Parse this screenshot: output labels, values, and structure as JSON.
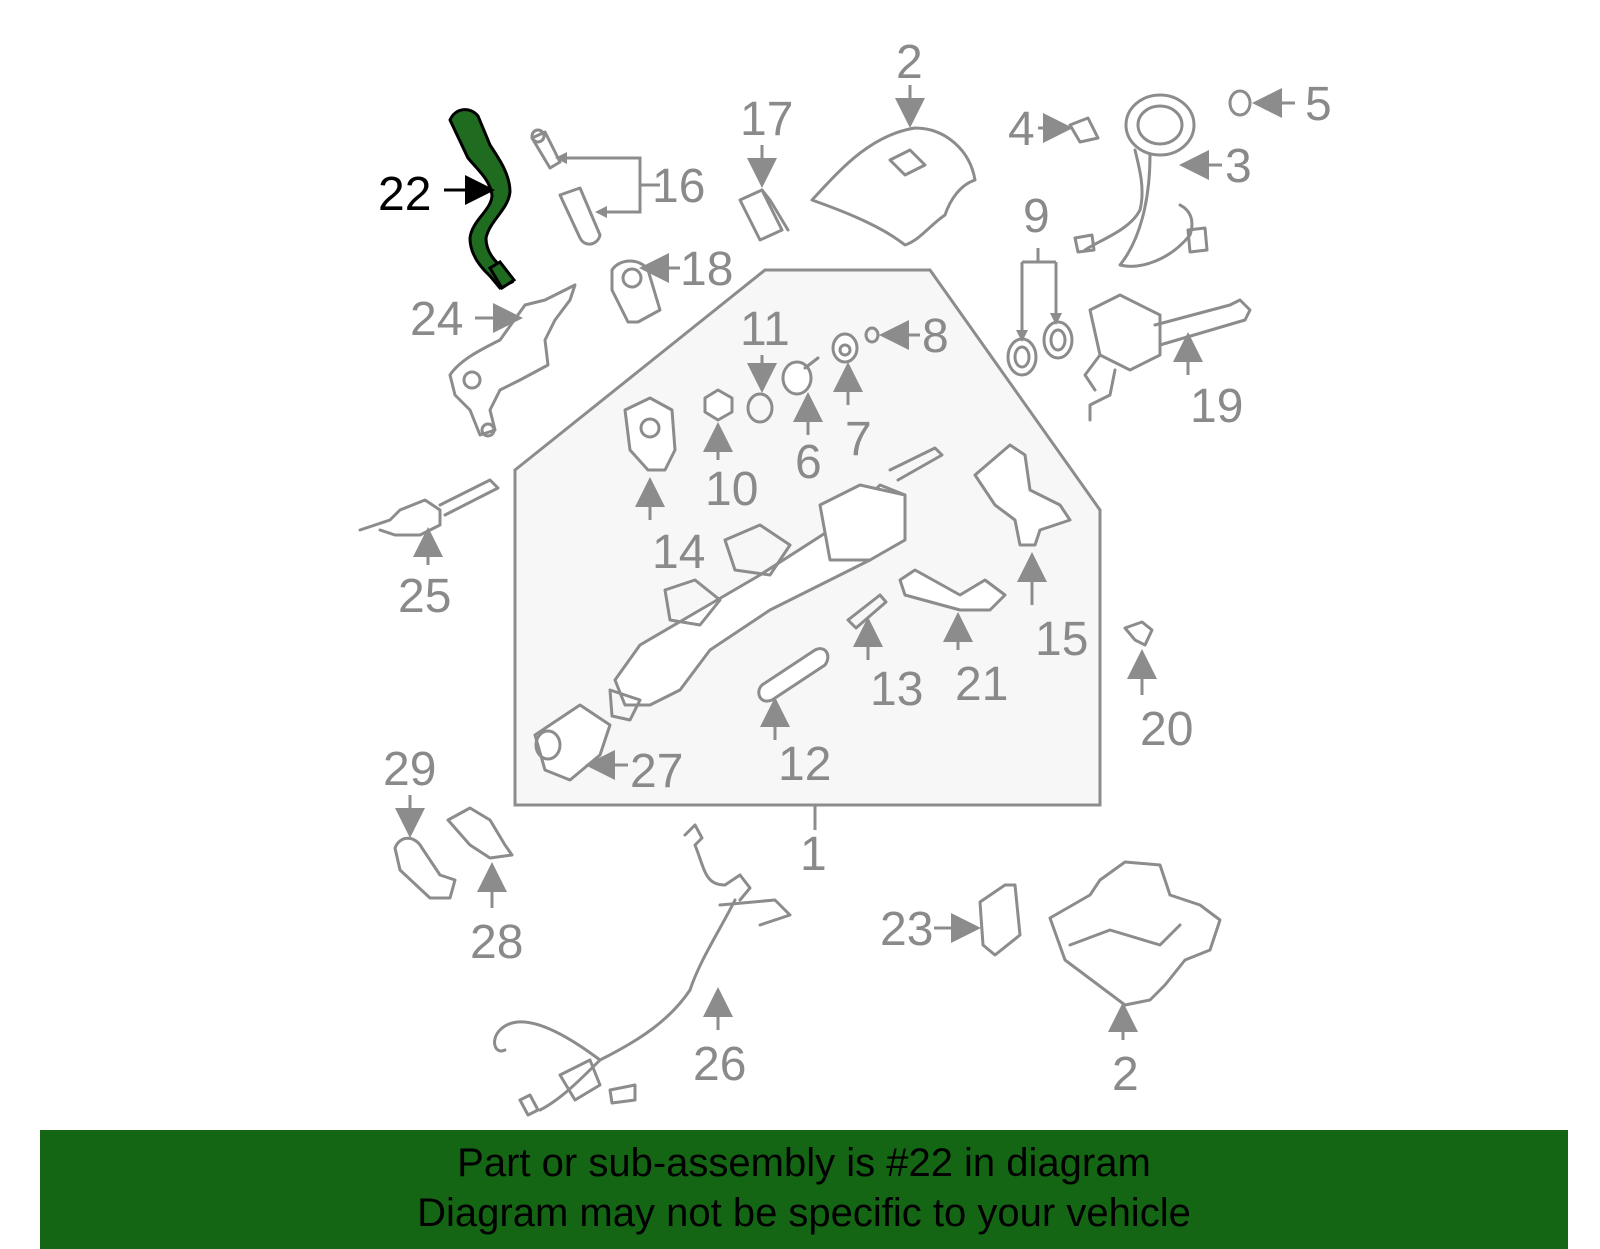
{
  "diagram": {
    "highlighted_part": "22",
    "highlight_color": "#1f6b1f",
    "callouts": [
      "1",
      "2",
      "2",
      "3",
      "4",
      "5",
      "6",
      "7",
      "8",
      "9",
      "10",
      "11",
      "12",
      "13",
      "14",
      "15",
      "16",
      "17",
      "18",
      "19",
      "20",
      "21",
      "22",
      "23",
      "24",
      "25",
      "26",
      "27",
      "28",
      "29"
    ]
  },
  "banner": {
    "line1": "Part or sub-assembly is #22 in diagram",
    "line2": "Diagram may not be specific to your vehicle",
    "background": "#146614"
  }
}
